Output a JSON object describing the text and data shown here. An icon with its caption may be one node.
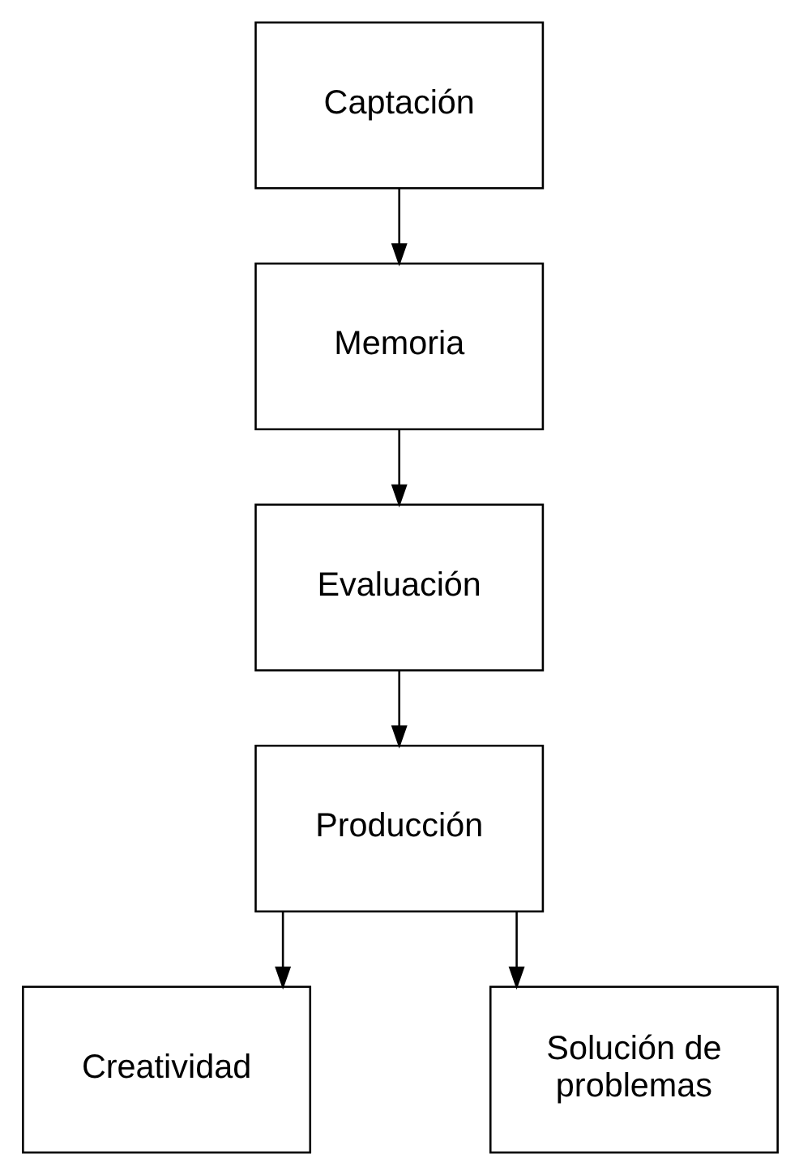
{
  "diagram": {
    "nodes": [
      {
        "text": [
          "Captación"
        ]
      },
      {
        "text": [
          "Memoria"
        ]
      },
      {
        "text": [
          "Evaluación"
        ]
      },
      {
        "text": [
          "Producción"
        ]
      },
      {
        "text": [
          "Creatividad"
        ]
      },
      {
        "text": [
          "Solución de problemas"
        ]
      }
    ],
    "edges": [
      {
        "from": 0,
        "to": 1,
        "arrow": "to"
      },
      {
        "from": 1,
        "to": 2,
        "arrow": "to"
      },
      {
        "from": 2,
        "to": 3,
        "arrow": "to"
      },
      {
        "from": 3,
        "to": 4,
        "arrow": "to"
      },
      {
        "from": 3,
        "to": 5,
        "arrow": "to"
      }
    ]
  }
}
